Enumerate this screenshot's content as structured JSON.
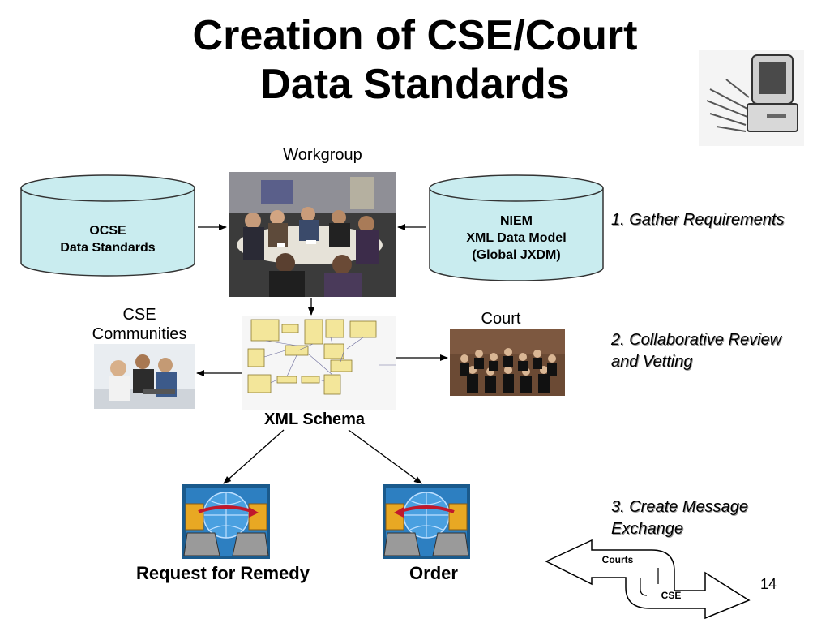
{
  "title": {
    "line1": "Creation of CSE/Court",
    "line2": "Data Standards"
  },
  "workgroup": {
    "label": "Workgroup"
  },
  "ocse": {
    "line1": "OCSE",
    "line2": "Data Standards"
  },
  "niem": {
    "line1": "NIEM",
    "line2": "XML Data Model",
    "line3": "(Global JXDM)"
  },
  "cse_communities": {
    "line1": "CSE",
    "line2": "Communities"
  },
  "court": {
    "label": "Court"
  },
  "xml_schema": {
    "label": "XML Schema"
  },
  "request": {
    "label": "Request for Remedy"
  },
  "order": {
    "label": "Order"
  },
  "steps": [
    {
      "line1": "1. Gather Requirements"
    },
    {
      "line1": "2. Collaborative Review",
      "line2": "and Vetting"
    },
    {
      "line1": "3. Create Message",
      "line2": "Exchange"
    }
  ],
  "exchange": {
    "courts_label": "Courts",
    "cse_label": "CSE"
  },
  "page_number": "14",
  "colors": {
    "cylinder": "#c9ecef",
    "icon_frame": "#1a5a8c",
    "icon_bg": "#2d7fc1",
    "arrow_red": "#c0182c"
  }
}
